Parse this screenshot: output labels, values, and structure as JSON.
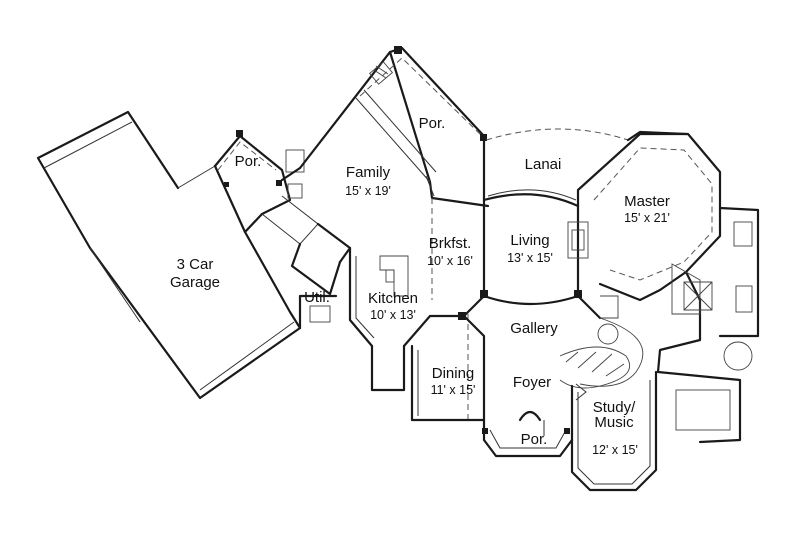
{
  "rooms": {
    "garage": {
      "line1": "3 Car",
      "line2": "Garage"
    },
    "porch_left": {
      "name": "Por."
    },
    "porch_top": {
      "name": "Por."
    },
    "porch_front": {
      "name": "Por."
    },
    "family": {
      "name": "Family",
      "size": "15' x 19'"
    },
    "lanai": {
      "name": "Lanai"
    },
    "master": {
      "name": "Master",
      "size": "15' x 21'"
    },
    "breakfast": {
      "name": "Brkfst.",
      "size": "10' x 16'"
    },
    "living": {
      "name": "Living",
      "size": "13' x 15'"
    },
    "utility": {
      "name": "Util."
    },
    "kitchen": {
      "name": "Kitchen",
      "size": "10' x 13'"
    },
    "gallery": {
      "name": "Gallery"
    },
    "dining": {
      "name": "Dining",
      "size": "11' x 15'"
    },
    "foyer": {
      "name": "Foyer"
    },
    "study": {
      "line1": "Study/",
      "line2": "Music",
      "size": "12' x 15'"
    }
  }
}
